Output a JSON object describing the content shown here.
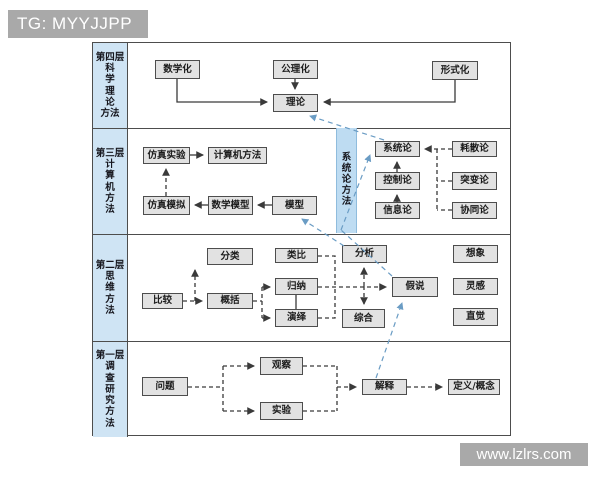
{
  "watermarks": {
    "top": "TG: MYYJJPP",
    "bottom": "www.lzlrs.com"
  },
  "colors": {
    "layer_label_bg": "#cfe4f4",
    "band_bg": "#bedcf2",
    "band_border": "#8fbcdd",
    "node_bg": "#e2e2e2",
    "node_border": "#4d4d4d",
    "line_color": "#3a3a3a",
    "blue_link": "#6a9cc4",
    "watermark_bg": "#a9a9a9",
    "watermark_text": "#ffffff"
  },
  "layers": [
    {
      "id": "layer-4",
      "label": "第四层\n科\n学\n理\n论\n方法"
    },
    {
      "id": "layer-3",
      "label": "第三层\n计\n算\n机\n方\n法"
    },
    {
      "id": "layer-2",
      "label": "第二层\n思\n维\n方\n法"
    },
    {
      "id": "layer-1",
      "label": "第一层\n调\n查\n研\n究\n方\n法"
    }
  ],
  "band_label": "系\n统\n论\n方\n法",
  "nodes": {
    "mathematization": "数学化",
    "axiomatization": "公理化",
    "formalization": "形式化",
    "theory": "理论",
    "simulation_experiment": "仿真实验",
    "computer_method": "计算机方法",
    "simulation": "仿真模拟",
    "math_model": "数学模型",
    "model": "模型",
    "system_theory": "系统论",
    "cybernetics": "控制论",
    "information_theory": "信息论",
    "dissipation_theory": "耗散论",
    "catastrophe_theory": "突变论",
    "synergetics": "协同论",
    "comparison": "比较",
    "classification": "分类",
    "generalization": "概括",
    "analogy": "类比",
    "induction": "归纳",
    "deduction": "演绎",
    "analysis": "分析",
    "hypothesis": "假说",
    "synthesis": "综合",
    "imagination": "想象",
    "inspiration": "灵感",
    "intuition": "直觉",
    "question": "问题",
    "observation": "观察",
    "experiment": "实验",
    "explanation": "解释",
    "definition_concept": "定义/概念"
  }
}
